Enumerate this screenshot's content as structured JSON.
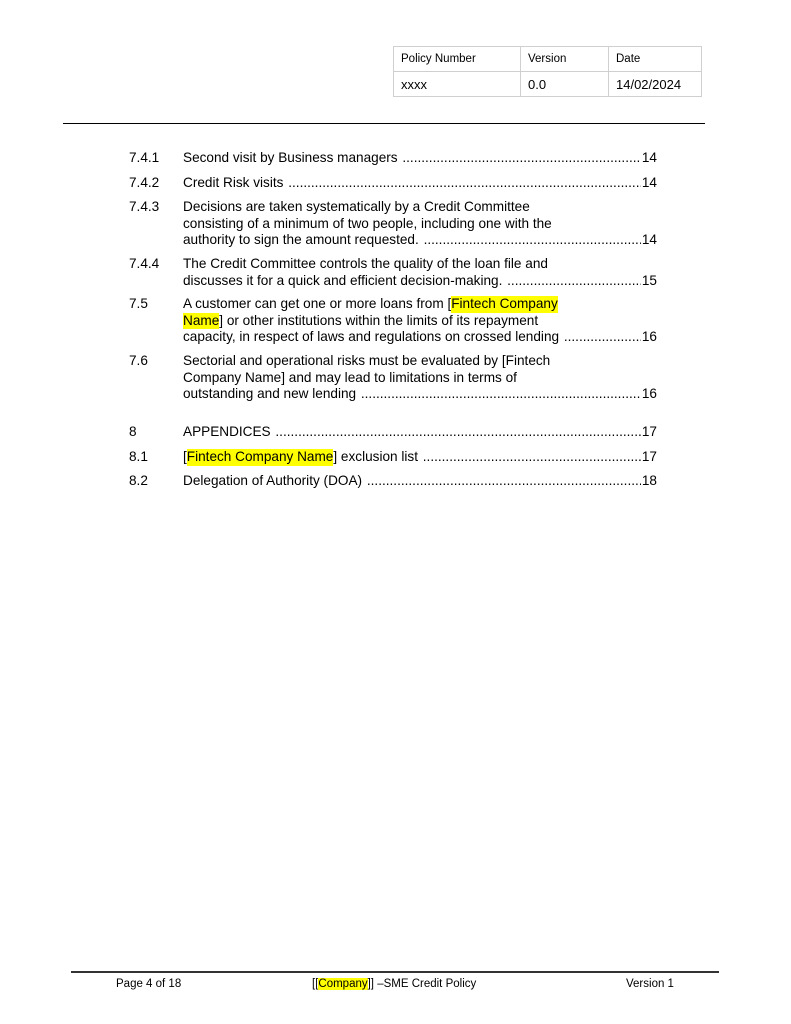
{
  "header_table": {
    "headers": [
      "Policy Number",
      "Version",
      "Date"
    ],
    "values": [
      "xxxx",
      "0.0",
      "14/02/2024"
    ]
  },
  "highlight_color": "#ffff00",
  "toc": [
    {
      "num": "7.4.1",
      "page": "14",
      "lines": [
        [
          {
            "t": "Second visit by Business managers "
          }
        ]
      ]
    },
    {
      "num": "7.4.2",
      "page": "14",
      "lines": [
        [
          {
            "t": "Credit Risk visits "
          }
        ]
      ]
    },
    {
      "num": "7.4.3",
      "page": "14",
      "lines": [
        [
          {
            "t": "Decisions are taken systematically by a Credit Committee"
          }
        ],
        [
          {
            "t": "consisting of a minimum of two people, including one with the"
          }
        ],
        [
          {
            "t": "authority to sign the amount requested. "
          }
        ]
      ]
    },
    {
      "num": "7.4.4",
      "page": "15",
      "lines": [
        [
          {
            "t": "The Credit Committee controls the quality of the loan file and"
          }
        ],
        [
          {
            "t": "discusses it for a quick and efficient decision-making. "
          }
        ]
      ]
    },
    {
      "num": "7.5",
      "page": "16",
      "lines": [
        [
          {
            "t": "A customer can get one or more loans from ["
          },
          {
            "t": "Fintech Company",
            "hl": true
          }
        ],
        [
          {
            "t": "Name",
            "hl": true
          },
          {
            "t": "] or other institutions within the limits of its repayment"
          }
        ],
        [
          {
            "t": "capacity, in respect of laws and regulations on crossed lending "
          }
        ]
      ]
    },
    {
      "num": "7.6",
      "page": "16",
      "lines": [
        [
          {
            "t": "Sectorial and operational risks must be evaluated by [Fintech"
          }
        ],
        [
          {
            "t": "Company Name] and may lead to limitations in terms of"
          }
        ],
        [
          {
            "t": "outstanding and new lending "
          }
        ]
      ]
    },
    {
      "num": "8",
      "page": "17",
      "lines": [
        [
          {
            "t": "APPENDICES "
          }
        ]
      ]
    },
    {
      "num": "8.1",
      "page": "17",
      "lines": [
        [
          {
            "t": "["
          },
          {
            "t": "Fintech Company Name",
            "hl": true
          },
          {
            "t": "] exclusion list "
          }
        ]
      ]
    },
    {
      "num": "8.2",
      "page": "18",
      "lines": [
        [
          {
            "t": "Delegation of Authority (DOA) "
          }
        ]
      ]
    }
  ],
  "footer": {
    "page": "Page 4 of 18",
    "title_pre": "[[",
    "title_hl": "Company",
    "title_post": "]] –SME Credit Policy",
    "version": "Version 1"
  }
}
